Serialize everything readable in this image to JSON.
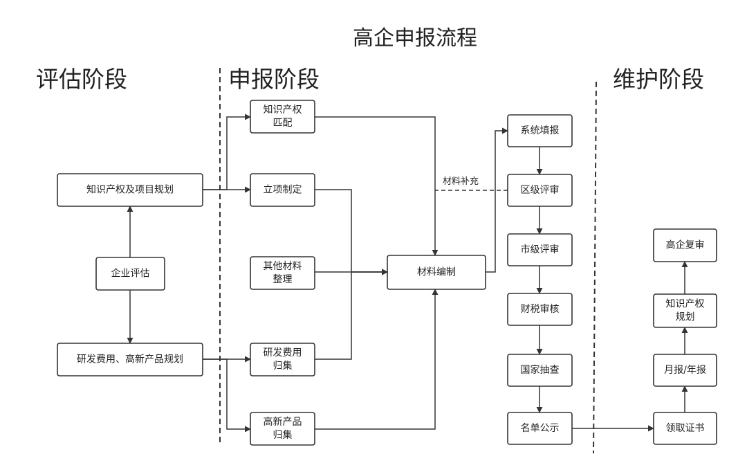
{
  "title": "高企申报流程",
  "phases": [
    {
      "id": "phase-evaluation",
      "label": "评估阶段"
    },
    {
      "id": "phase-application",
      "label": "申报阶段"
    },
    {
      "id": "phase-maintenance",
      "label": "维护阶段"
    }
  ],
  "nodes": [
    {
      "id": "ip-project-plan",
      "lines": [
        "知识产权及项目规划"
      ]
    },
    {
      "id": "enterprise-eval",
      "lines": [
        "企业评估"
      ]
    },
    {
      "id": "rd-product-plan",
      "lines": [
        "研发费用、高新产品规划"
      ]
    },
    {
      "id": "ip-match",
      "lines": [
        "知识产权",
        "匹配"
      ]
    },
    {
      "id": "project-setup",
      "lines": [
        "立项制定"
      ]
    },
    {
      "id": "other-materials",
      "lines": [
        "其他材料",
        "整理"
      ]
    },
    {
      "id": "rd-cost-collect",
      "lines": [
        "研发费用",
        "归集"
      ]
    },
    {
      "id": "hitech-product-collect",
      "lines": [
        "高新产品",
        "归集"
      ]
    },
    {
      "id": "material-compile",
      "lines": [
        "材料编制"
      ]
    },
    {
      "id": "system-fill",
      "lines": [
        "系统填报"
      ]
    },
    {
      "id": "district-review",
      "lines": [
        "区级评审"
      ]
    },
    {
      "id": "city-review",
      "lines": [
        "市级评审"
      ]
    },
    {
      "id": "finance-tax-audit",
      "lines": [
        "财税审核"
      ]
    },
    {
      "id": "national-check",
      "lines": [
        "国家抽查"
      ]
    },
    {
      "id": "list-publicity",
      "lines": [
        "名单公示"
      ]
    },
    {
      "id": "get-certificate",
      "lines": [
        "领取证书"
      ]
    },
    {
      "id": "monthly-annual-report",
      "lines": [
        "月报/年报"
      ]
    },
    {
      "id": "ip-planning",
      "lines": [
        "知识产权",
        "规划"
      ]
    },
    {
      "id": "hitech-recheck",
      "lines": [
        "高企复审"
      ]
    }
  ],
  "edges": [
    {
      "from": "enterprise-eval",
      "to": "ip-project-plan"
    },
    {
      "from": "enterprise-eval",
      "to": "rd-product-plan"
    },
    {
      "from": "ip-project-plan",
      "to": "ip-match"
    },
    {
      "from": "ip-project-plan",
      "to": "project-setup"
    },
    {
      "from": "rd-product-plan",
      "to": "rd-cost-collect"
    },
    {
      "from": "rd-product-plan",
      "to": "hitech-product-collect"
    },
    {
      "from": "ip-match",
      "to": "material-compile"
    },
    {
      "from": "project-setup",
      "to": "material-compile"
    },
    {
      "from": "other-materials",
      "to": "material-compile"
    },
    {
      "from": "rd-cost-collect",
      "to": "material-compile"
    },
    {
      "from": "hitech-product-collect",
      "to": "material-compile"
    },
    {
      "from": "material-compile",
      "to": "system-fill"
    },
    {
      "from": "district-review",
      "to": "material-compile",
      "label": "材料补充",
      "style": "dashed"
    },
    {
      "from": "system-fill",
      "to": "district-review"
    },
    {
      "from": "district-review",
      "to": "city-review"
    },
    {
      "from": "city-review",
      "to": "finance-tax-audit"
    },
    {
      "from": "finance-tax-audit",
      "to": "national-check"
    },
    {
      "from": "national-check",
      "to": "list-publicity"
    },
    {
      "from": "list-publicity",
      "to": "get-certificate"
    },
    {
      "from": "get-certificate",
      "to": "monthly-annual-report"
    },
    {
      "from": "monthly-annual-report",
      "to": "ip-planning"
    },
    {
      "from": "ip-planning",
      "to": "hitech-recheck"
    }
  ]
}
